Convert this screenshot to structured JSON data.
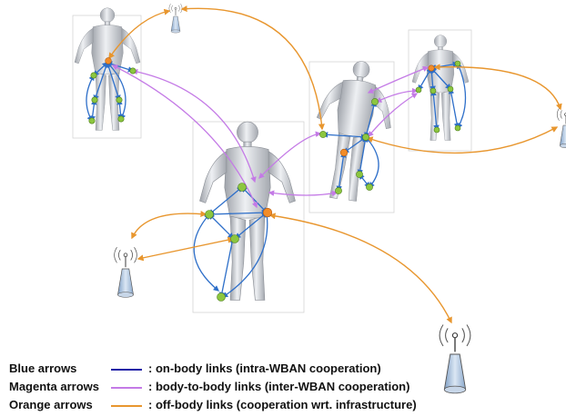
{
  "legend": [
    {
      "name": "Blue arrows",
      "description": ": on-body links (intra-WBAN cooperation)",
      "color": "#1a1aa6"
    },
    {
      "name": "Magenta arrows",
      "description": ": body-to-body links (inter-WBAN cooperation)",
      "color": "#c47ae6"
    },
    {
      "name": "Orange arrows",
      "description": ": off-body links (cooperation wrt. infrastructure)",
      "color": "#e8962e"
    }
  ],
  "colors": {
    "on_body": "#2e6fc9",
    "body_to_body": "#c47ae6",
    "off_body": "#e8962e",
    "sensor_node": "#8cc63f",
    "gateway_node": "#f28c28",
    "figure": "#c9ccd2",
    "antenna": "#aac4e0"
  },
  "icons": [
    "human-body-figure",
    "antenna-icon",
    "sensor-node",
    "gateway-node"
  ]
}
